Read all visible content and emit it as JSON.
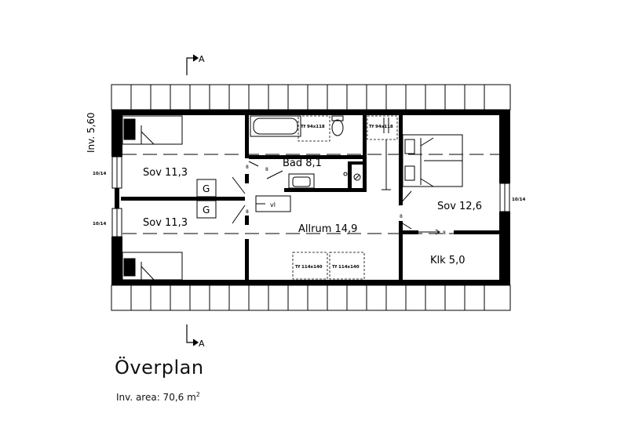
{
  "section_marker": "A",
  "title": "Överplan",
  "area": {
    "prefix": "Inv. area: 70,6 m",
    "superscript": "2"
  },
  "inner_height_label": "Inv. 5,60",
  "rooms": {
    "sov_top": "Sov 11,3",
    "sov_bottom": "Sov 11,3",
    "bad": "Bad 8,1",
    "allrum": "Allrum 14,9",
    "sov_right": "Sov 12,6",
    "klk": "Klk 5,0"
  },
  "window_labels": {
    "left_top": "10/14",
    "left_bottom": "10/14",
    "right": "10/14"
  },
  "skylights": {
    "bath": "Tf 94x118",
    "stair": "Tf 94x118",
    "allrum_left": "Tf 114x140",
    "allrum_right": "Tf 114x140"
  },
  "wardrobe_label": "G",
  "vent_label": "vl",
  "door_label": "8"
}
